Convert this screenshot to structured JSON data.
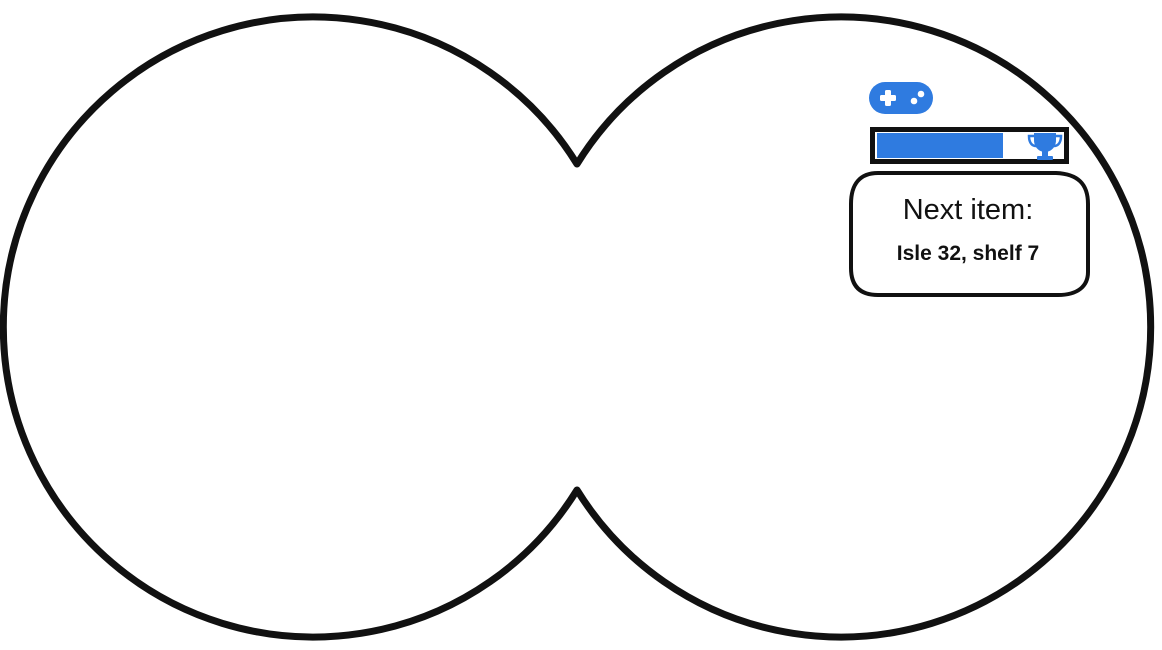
{
  "hud": {
    "controller_icon": "gamepad-icon",
    "trophy_icon": "trophy-icon",
    "progress_fraction": 0.67,
    "accent_color": "#2f7be0"
  },
  "next_item": {
    "title": "Next item:",
    "location": "Isle 32, shelf 7"
  },
  "frame": {
    "stroke_color": "#111111",
    "fill_color": "#ffffff"
  }
}
